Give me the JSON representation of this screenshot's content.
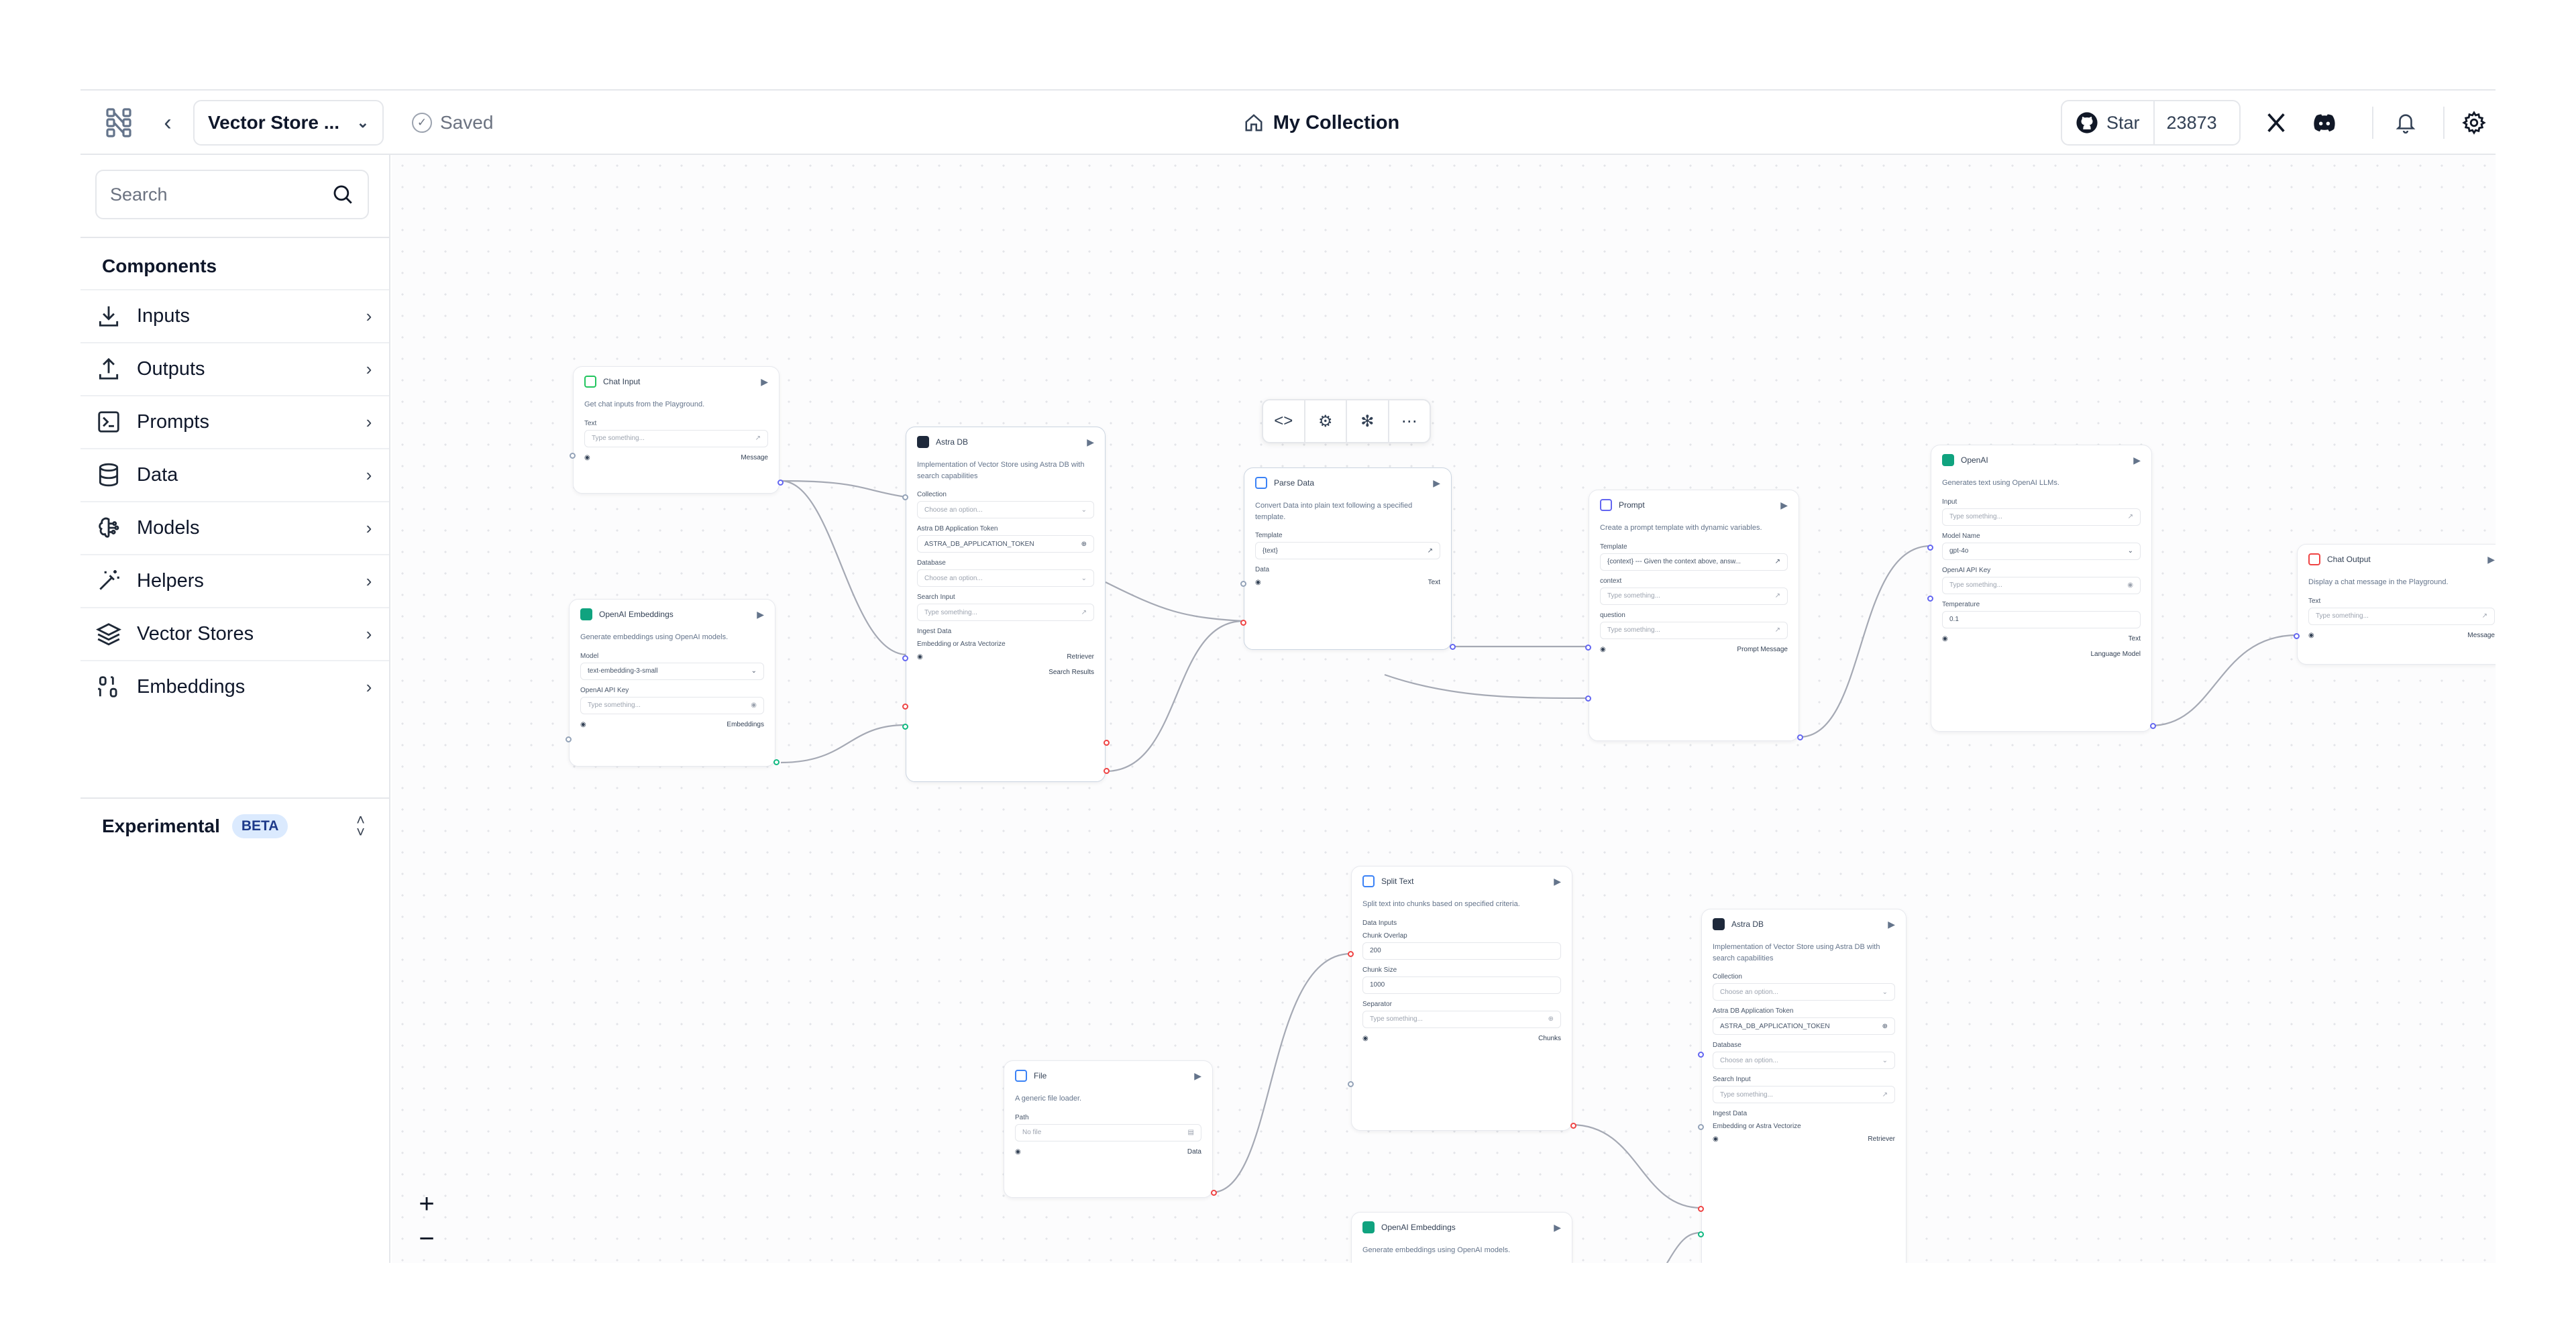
{
  "header": {
    "flow_name": "Vector Store ...",
    "saved_label": "Saved",
    "collection_label": "My Collection",
    "star_label": "Star",
    "star_count": "23873"
  },
  "sidebar": {
    "search_placeholder": "Search",
    "components_title": "Components",
    "items": [
      {
        "label": "Inputs",
        "icon": "download-icon"
      },
      {
        "label": "Outputs",
        "icon": "upload-icon"
      },
      {
        "label": "Prompts",
        "icon": "terminal-icon"
      },
      {
        "label": "Data",
        "icon": "database-icon"
      },
      {
        "label": "Models",
        "icon": "brain-icon"
      },
      {
        "label": "Helpers",
        "icon": "wand-icon"
      },
      {
        "label": "Vector Stores",
        "icon": "layers-icon"
      },
      {
        "label": "Embeddings",
        "icon": "binary-icon"
      }
    ],
    "experimental_label": "Experimental",
    "beta_label": "BETA"
  },
  "nodes": {
    "chat_input": {
      "title": "Chat Input",
      "desc": "Get chat inputs from the Playground.",
      "field_text": "Text",
      "text_placeholder": "Type something...",
      "output": "Message"
    },
    "openai_emb1": {
      "title": "OpenAI Embeddings",
      "desc": "Generate embeddings using OpenAI models.",
      "field_model": "Model",
      "model_value": "text-embedding-3-small",
      "field_key": "OpenAI API Key",
      "key_placeholder": "Type something...",
      "output": "Embeddings"
    },
    "astra1": {
      "title": "Astra DB",
      "desc": "Implementation of Vector Store using Astra DB with search capabilities",
      "collection": "Collection",
      "collection_placeholder": "Choose an option...",
      "token": "Astra DB Application Token",
      "token_value": "ASTRA_DB_APPLICATION_TOKEN",
      "database": "Database",
      "database_placeholder": "Choose an option...",
      "search_input": "Search Input",
      "search_placeholder": "Type something...",
      "ingest": "Ingest Data",
      "embedding": "Embedding or Astra Vectorize",
      "out1": "Retriever",
      "out2": "Search Results"
    },
    "parse": {
      "title": "Parse Data",
      "desc": "Convert Data into plain text following a specified template.",
      "template": "Template",
      "template_value": "{text}",
      "data": "Data",
      "output": "Text"
    },
    "prompt": {
      "title": "Prompt",
      "desc": "Create a prompt template with dynamic variables.",
      "template": "Template",
      "template_value": "{context} --- Given the context above, answ...",
      "context": "context",
      "ctx_placeholder": "Type something...",
      "question": "question",
      "q_placeholder": "Type something...",
      "output": "Prompt Message"
    },
    "openai": {
      "title": "OpenAI",
      "desc": "Generates text using OpenAI LLMs.",
      "input": "Input",
      "input_placeholder": "Type something...",
      "model_name": "Model Name",
      "model_value": "gpt-4o",
      "key": "OpenAI API Key",
      "key_placeholder": "Type something...",
      "temperature": "Temperature",
      "temp_value": "0.1",
      "out1": "Text",
      "out2": "Language Model"
    },
    "chat_output": {
      "title": "Chat Output",
      "desc": "Display a chat message in the Playground.",
      "text": "Text",
      "text_placeholder": "Type something...",
      "output": "Message"
    },
    "split": {
      "title": "Split Text",
      "desc": "Split text into chunks based on specified criteria.",
      "data_inputs": "Data Inputs",
      "overlap": "Chunk Overlap",
      "overlap_value": "200",
      "size": "Chunk Size",
      "size_value": "1000",
      "separator": "Separator",
      "sep_placeholder": "Type something...",
      "output": "Chunks"
    },
    "file": {
      "title": "File",
      "desc": "A generic file loader.",
      "path": "Path",
      "path_value": "No file",
      "output": "Data"
    },
    "astra2": {
      "title": "Astra DB",
      "desc": "Implementation of Vector Store using Astra DB with search capabilities",
      "collection": "Collection",
      "collection_placeholder": "Choose an option...",
      "token": "Astra DB Application Token",
      "token_value": "ASTRA_DB_APPLICATION_TOKEN",
      "database": "Database",
      "database_placeholder": "Choose an option...",
      "search_input": "Search Input",
      "search_placeholder": "Type something...",
      "ingest": "Ingest Data",
      "embedding": "Embedding or Astra Vectorize",
      "out1": "Retriever"
    },
    "openai_emb2": {
      "title": "OpenAI Embeddings",
      "desc": "Generate embeddings using OpenAI models."
    }
  },
  "zoom": {
    "in": "+",
    "out": "−"
  },
  "colors": {
    "accent": "#6366f1",
    "border": "#e5e7eb",
    "beta_bg": "#dbeafe",
    "openai_green": "#10a37f",
    "edge": "#a5a9b4"
  }
}
